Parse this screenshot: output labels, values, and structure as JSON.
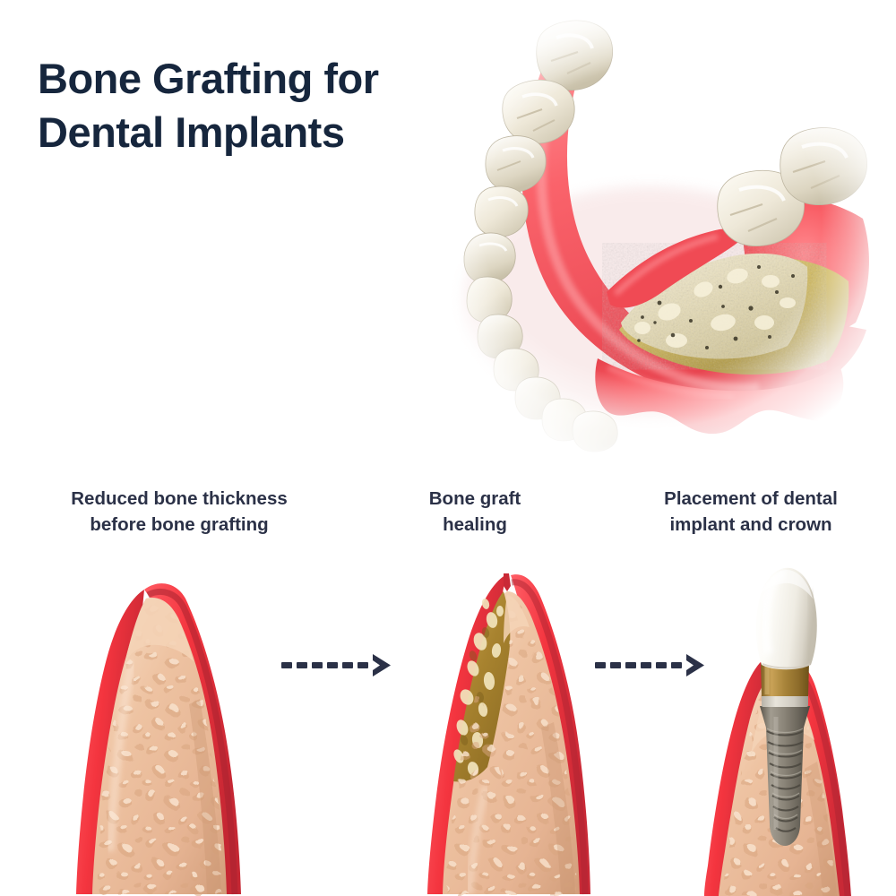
{
  "page": {
    "background_color": "#ffffff",
    "title": "Bone Grafting for\nDental Implants",
    "title_color": "#16263d",
    "caption_color": "#2b3147"
  },
  "hero": {
    "name": "mandible-bone-graft-illustration",
    "description": "Lower jaw arch with teeth and granular bone graft material packed into an exposed ridge defect with gum flap reflected",
    "colors": {
      "gum": "#f4545c",
      "gum_light": "#fb7a80",
      "gum_deep": "#d63a47",
      "tooth": "#efeade",
      "tooth_shadow": "#cfc8b4",
      "bone_yellow": "#d8c26a",
      "graft_granule": "#efe7cc",
      "graft_speck": "#4a4430"
    }
  },
  "steps": [
    {
      "id": "step-1",
      "caption": "Reduced bone thickness\nbefore bone grafting",
      "panel_name": "bone-ridge-before-grafting",
      "has_graft": false,
      "has_implant": false
    },
    {
      "id": "step-2",
      "caption": "Bone  graft\nhealing",
      "panel_name": "bone-ridge-graft-healing",
      "has_graft": true,
      "has_implant": false
    },
    {
      "id": "step-3",
      "caption": "Placement of dental\nimplant and crown",
      "panel_name": "bone-ridge-with-implant-and-crown",
      "has_graft": false,
      "has_implant": true
    }
  ],
  "arrows": [
    {
      "name": "progress-arrow-1",
      "style": "dashed-right",
      "dash_count": 7,
      "color": "#2b3147"
    },
    {
      "name": "progress-arrow-2",
      "style": "dashed-right",
      "dash_count": 7,
      "color": "#2b3147"
    }
  ],
  "anatomy_colors": {
    "gum_red": "#f4454f",
    "gum_red_dark": "#d32f3c",
    "gum_red_light": "#ff6b73",
    "bone_base": "#eec3a2",
    "bone_light": "#f7dcc4",
    "bone_shadow": "#cf9b76",
    "graft_gold": "#a8832f",
    "graft_gold_light": "#c9a košice",
    "graft_particle": "#f0e0b8",
    "crown_white": "#fdfdfb",
    "crown_shadow": "#ded9d0",
    "abutment_gold": "#9a7a3c",
    "abutment_gold_light": "#c5a05a",
    "implant_gray": "#8c877c",
    "implant_gray_dark": "#5f5b52",
    "implant_collar": "#cfcac0"
  }
}
